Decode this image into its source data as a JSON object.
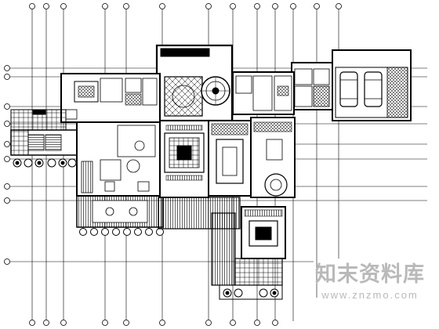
{
  "drawing": {
    "type": "architectural floor plan",
    "line_color": "#000000",
    "background": "#ffffff",
    "grid_bubbles": "circular axis markers on top, left and bottom borders"
  },
  "watermark": {
    "title": "知末资料库",
    "url": "www.znzmo.com",
    "color": "#b9b9b9"
  }
}
